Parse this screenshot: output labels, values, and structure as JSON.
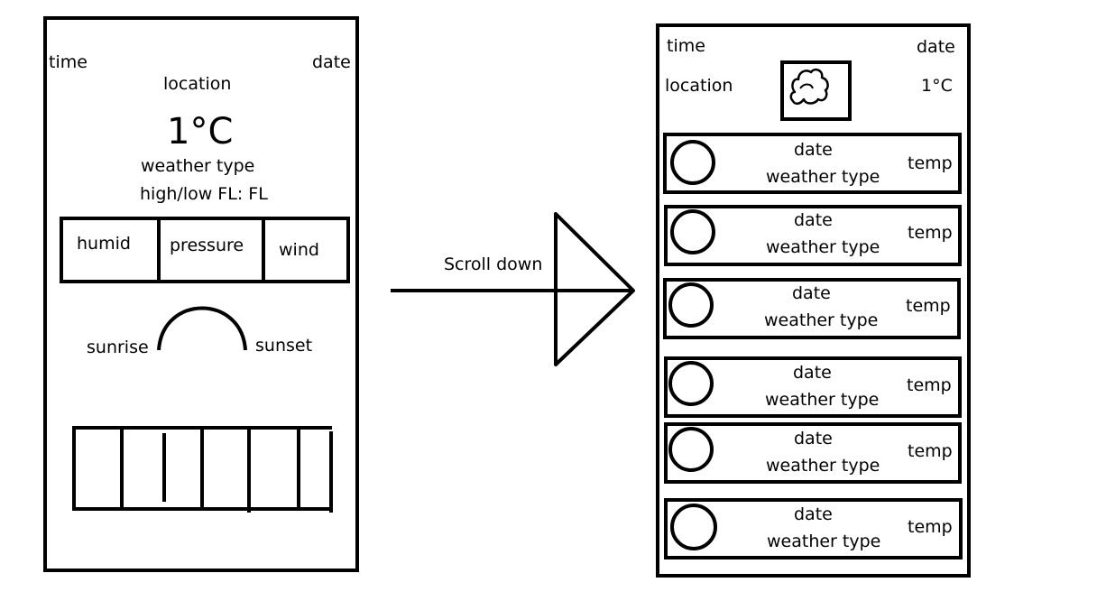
{
  "left_phone": {
    "time": "time",
    "date": "date",
    "location": "location",
    "temperature": "1°C",
    "weather_type": "weather type",
    "high_low": "high/low FL: FL",
    "stats": {
      "humid": "humid",
      "pressure": "pressure",
      "wind": "wind"
    },
    "sunrise": "sunrise",
    "sunset": "sunset"
  },
  "transition": {
    "label": "Scroll down"
  },
  "right_phone": {
    "time": "time",
    "date": "date",
    "location": "location",
    "temperature": "1°C",
    "weather_icon": "cloud-icon",
    "forecast_rows": [
      {
        "date": "date",
        "weather_type": "weather type",
        "temp": "temp"
      },
      {
        "date": "date",
        "weather_type": "weather type",
        "temp": "temp"
      },
      {
        "date": "date",
        "weather_type": "weather type",
        "temp": "temp"
      },
      {
        "date": "date",
        "weather_type": "weather type",
        "temp": "temp"
      },
      {
        "date": "date",
        "weather_type": "weather type",
        "temp": "temp"
      },
      {
        "date": "date",
        "weather_type": "weather type",
        "temp": "temp"
      }
    ]
  }
}
